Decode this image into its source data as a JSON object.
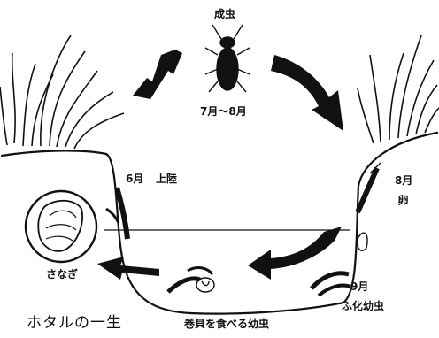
{
  "title": "ホタルの一生",
  "stages": {
    "adult": {
      "name": "成虫",
      "months": "7月～8月"
    },
    "egg": {
      "month": "8月",
      "name": "卵"
    },
    "hatch": {
      "month": "9月",
      "name": "ふ化幼虫"
    },
    "larva": {
      "name": "巻貝を食べる幼虫"
    },
    "landing": {
      "month": "6月",
      "name": "上陸"
    },
    "pupa": {
      "name": "さなぎ"
    }
  }
}
